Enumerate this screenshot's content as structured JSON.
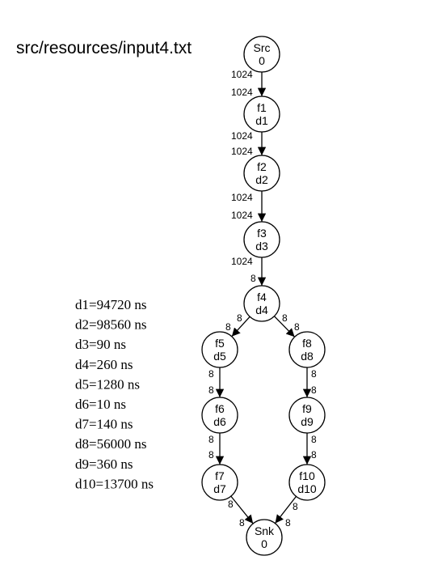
{
  "title": "src/resources/input4.txt",
  "nodes": [
    {
      "id": "src",
      "line1": "Src",
      "line2": "0"
    },
    {
      "id": "f1",
      "line1": "f1",
      "line2": "d1"
    },
    {
      "id": "f2",
      "line1": "f2",
      "line2": "d2"
    },
    {
      "id": "f3",
      "line1": "f3",
      "line2": "d3"
    },
    {
      "id": "f4",
      "line1": "f4",
      "line2": "d4"
    },
    {
      "id": "f5",
      "line1": "f5",
      "line2": "d5"
    },
    {
      "id": "f6",
      "line1": "f6",
      "line2": "d6"
    },
    {
      "id": "f7",
      "line1": "f7",
      "line2": "d7"
    },
    {
      "id": "f8",
      "line1": "f8",
      "line2": "d8"
    },
    {
      "id": "f9",
      "line1": "f9",
      "line2": "d9"
    },
    {
      "id": "f10",
      "line1": "f10",
      "line2": "d10"
    },
    {
      "id": "snk",
      "line1": "Snk",
      "line2": "0"
    }
  ],
  "edges": [
    {
      "from": "src",
      "to": "f1",
      "out": "1024",
      "in": "1024"
    },
    {
      "from": "f1",
      "to": "f2",
      "out": "1024",
      "in": "1024"
    },
    {
      "from": "f2",
      "to": "f3",
      "out": "1024",
      "in": "1024"
    },
    {
      "from": "f3",
      "to": "f4",
      "out": "1024",
      "in": "8"
    },
    {
      "from": "f4",
      "to": "f5",
      "out": "8",
      "in": "8"
    },
    {
      "from": "f4",
      "to": "f8",
      "out": "8",
      "in": "8"
    },
    {
      "from": "f5",
      "to": "f6",
      "out": "8",
      "in": "8"
    },
    {
      "from": "f8",
      "to": "f9",
      "out": "8",
      "in": "8"
    },
    {
      "from": "f6",
      "to": "f7",
      "out": "8",
      "in": "8"
    },
    {
      "from": "f9",
      "to": "f10",
      "out": "8",
      "in": "8"
    },
    {
      "from": "f7",
      "to": "snk",
      "out": "8",
      "in": "8"
    },
    {
      "from": "f10",
      "to": "snk",
      "out": "8",
      "in": "8"
    }
  ],
  "legend": [
    "d1=94720 ns",
    "d2=98560 ns",
    "d3=90 ns",
    "d4=260 ns",
    "d5=1280 ns",
    "d6=10 ns",
    "d7=140 ns",
    "d8=56000 ns",
    "d9=360 ns",
    "d10=13700 ns"
  ]
}
